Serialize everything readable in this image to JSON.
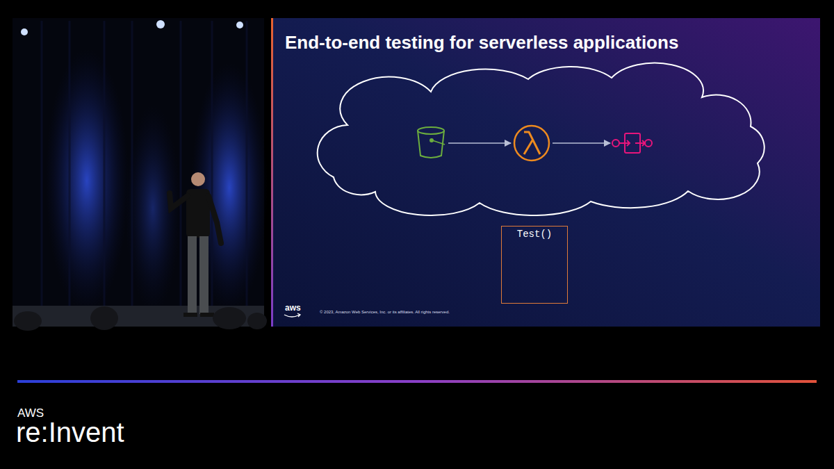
{
  "diagram": {
    "title": "End-to-end testing for serverless applications",
    "nodes": [
      {
        "text": [
          "Test()"
        ]
      }
    ],
    "labels": [
      "aws",
      "© 2023, Amazon Web Services, Inc. or its affiliates. All rights reserved.",
      "AWS",
      "re:Invent"
    ]
  }
}
